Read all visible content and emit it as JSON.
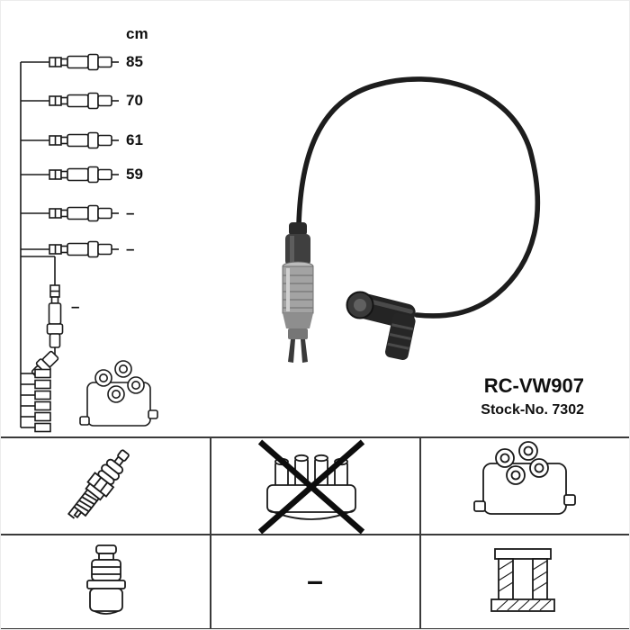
{
  "product": {
    "model": "RC-VW907",
    "stock_no": "Stock-No. 7302"
  },
  "length_schematic": {
    "unit": "cm",
    "cable_lengths": [
      "85",
      "70",
      "61",
      "59",
      "–",
      "–"
    ],
    "vertical_cable_length": "–"
  },
  "reference_grid": {
    "middle_bottom_cell": "–"
  },
  "colors": {
    "line_art": "#1a1a1a",
    "cable_black": "#1d1d1d",
    "grid_line": "#3a3a3a"
  }
}
